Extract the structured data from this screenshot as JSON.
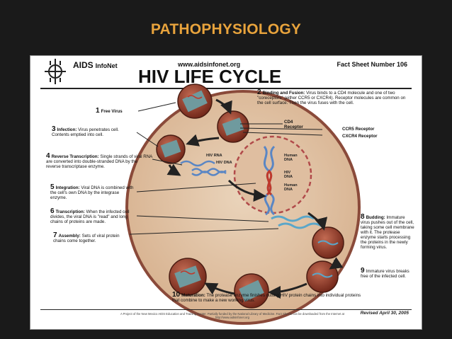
{
  "slide_title": "PATHOPHYSIOLOGY",
  "header": {
    "brand": "AIDS",
    "brand_sub": "InfoNet",
    "url": "www.aidsinfonet.org",
    "fact_sheet": "Fact Sheet Number 106",
    "title": "HIV LIFE CYCLE"
  },
  "steps": {
    "s1": {
      "num": "1",
      "title": "Free Virus",
      "text": ""
    },
    "s2": {
      "num": "2",
      "title": "Binding and Fusion:",
      "text": "Virus binds to a CD4 molecule and one of two \"coreceptors\" (either CCR5 or CXCR4). Receptor molecules are common on the cell surface. Then the virus fuses with the cell."
    },
    "s3": {
      "num": "3",
      "title": "Infection:",
      "text": "Virus penetrates cell. Contents emptied into cell."
    },
    "s4": {
      "num": "4",
      "title": "Reverse Transcription:",
      "text": "Single strands of viral RNA are converted into double-stranded DNA by the reverse transcriptase enzyme."
    },
    "s5": {
      "num": "5",
      "title": "Integration:",
      "text": "Viral DNA is combined with the cell's own DNA by the integrase enzyme."
    },
    "s6": {
      "num": "6",
      "title": "Transcription:",
      "text": "When the infected cell divides, the viral DNA is \"read\" and long chains of proteins are made."
    },
    "s7": {
      "num": "7",
      "title": "Assembly:",
      "text": "Sets of viral protein chains come together."
    },
    "s8": {
      "num": "8",
      "title": "Budding:",
      "text": "Immature virus pushes out of the cell, taking some cell membrane with it. The protease enzyme starts processing the proteins in the newly forming virus."
    },
    "s9": {
      "num": "9",
      "title": "",
      "text": "Immature virus breaks free of the infected cell."
    },
    "s10": {
      "num": "10",
      "title": "Maturation:",
      "text": "The protease enzyme finishes cutting HIV protein chains into individual proteins that combine to make a new working virus."
    }
  },
  "receptors": {
    "cd4": "CD4 Receptor",
    "ccr5": "CCR5 Receptor",
    "cxcr4": "CXCR4 Receptor"
  },
  "inner_labels": {
    "hiv_rna": "HIV RNA",
    "hiv_dna": "HIV DNA",
    "human_dna_top": "Human DNA",
    "hiv_dna_mid": "HIV DNA",
    "human_dna_bottom": "Human DNA"
  },
  "footer": {
    "text": "A Project of the New Mexico AIDS Education and Training Center. Partially funded by the National Library of Medicine. Fact Sheets can be downloaded from the Internet at http://www.aidsinfonet.org",
    "revised": "Revised April 30, 2005"
  },
  "colors": {
    "title_orange": "#e8a33c",
    "cell_fill": "#e3c6a8",
    "cell_border": "#8a4a3a",
    "virus_shell": "#8f3a2a",
    "virus_core": "#6f9a9e",
    "dna_blue": "#5a86c4",
    "dna_red": "#c0392b"
  }
}
